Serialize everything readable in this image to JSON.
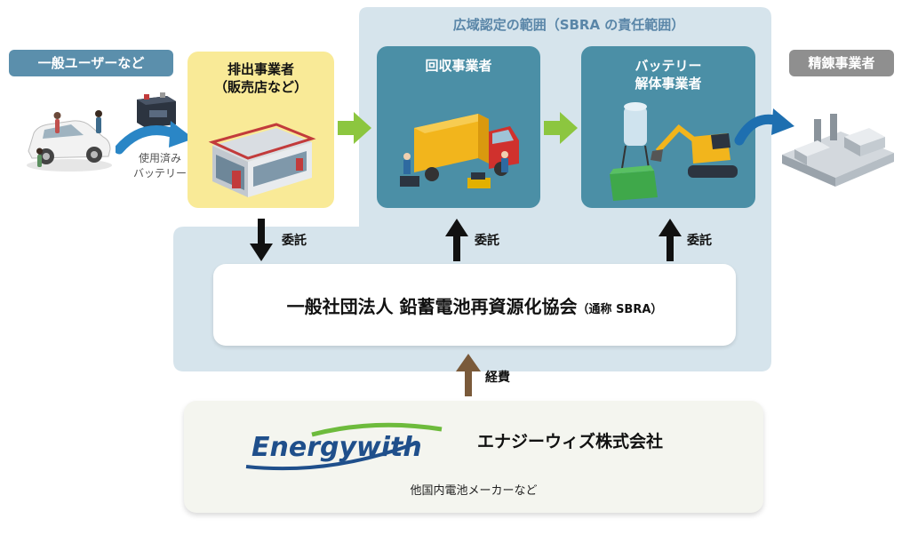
{
  "scope_title": "広域認定の範囲（SBRA の責任範囲）",
  "general_users_label": "一般ユーザーなど",
  "used_battery_label_line1": "使用済み",
  "used_battery_label_line2": "バッテリー",
  "discharger": {
    "title_line1": "排出事業者",
    "title_line2": "（販売店など）"
  },
  "collector": {
    "title": "回収事業者"
  },
  "dismantler": {
    "title_line1": "バッテリー",
    "title_line2": "解体事業者"
  },
  "refiner_label": "精錬事業者",
  "consign_label": "委託",
  "association": {
    "name": "一般社団法人 鉛蓄電池再資源化協会",
    "alias": "（通称 SBRA）"
  },
  "expense_label": "経費",
  "sponsor": {
    "logo_text": "Energywith",
    "company": "エナジーウィズ株式会社",
    "others": "他国内電池メーカーなど"
  },
  "colors": {
    "scope_bg": "#d6e4ec",
    "teal_card": "#4b8fa6",
    "yellow_card": "#f9ea97",
    "green_arrow": "#8cc63f",
    "brown_arrow": "#7a5a3a",
    "logo_blue": "#1f4f8b",
    "logo_green": "#6dbb3c"
  }
}
